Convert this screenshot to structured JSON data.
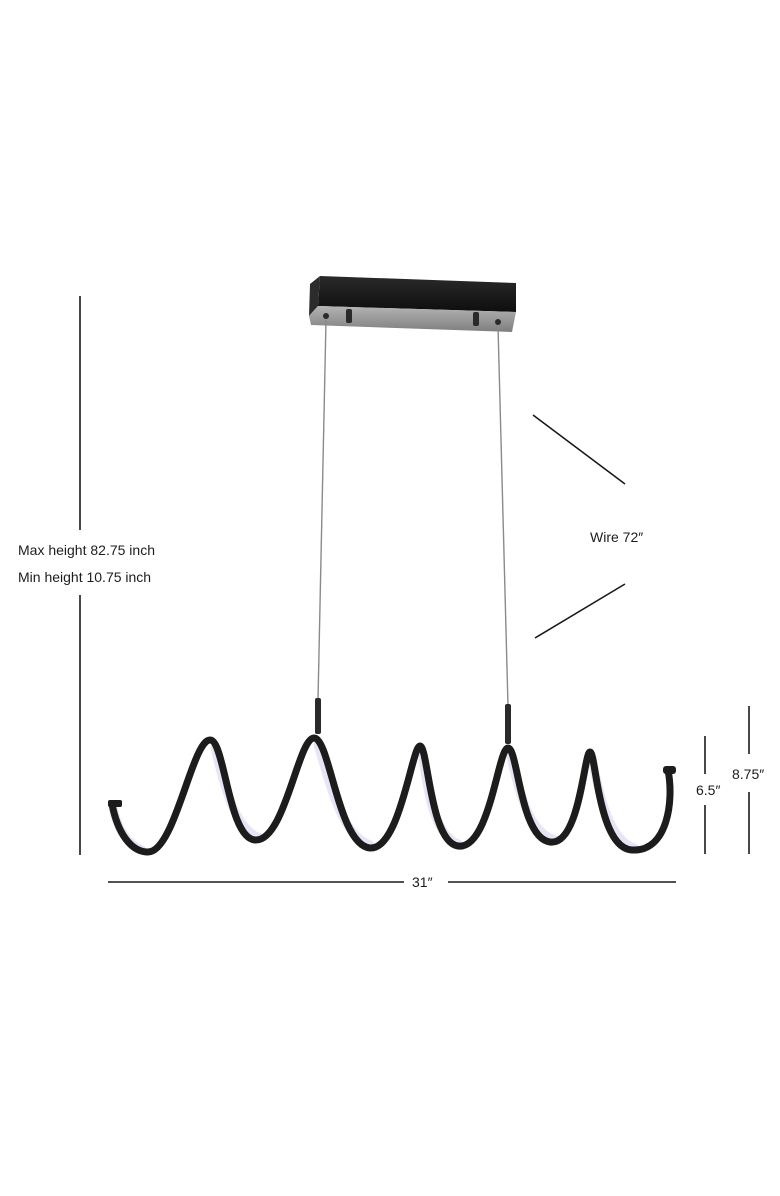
{
  "diagram": {
    "type": "product-dimension-diagram",
    "subject": "Spiral LED linear pendant light",
    "labels": {
      "max_height": "Max height 82.75 inch",
      "min_height": "Min height 10.75 inch",
      "wire": "Wire 72″",
      "width": "31″",
      "fixture_height_inner": "6.5″",
      "fixture_height_outer": "8.75″"
    },
    "colors": {
      "background": "#ffffff",
      "dimension_line": "#1a1a1a",
      "fixture_body": "#1c1c1c",
      "led_diffuser": "#e6e4f5",
      "canopy_top": "#151515",
      "canopy_plate": "#9a9a9a",
      "wire": "#8a8a8a"
    }
  }
}
